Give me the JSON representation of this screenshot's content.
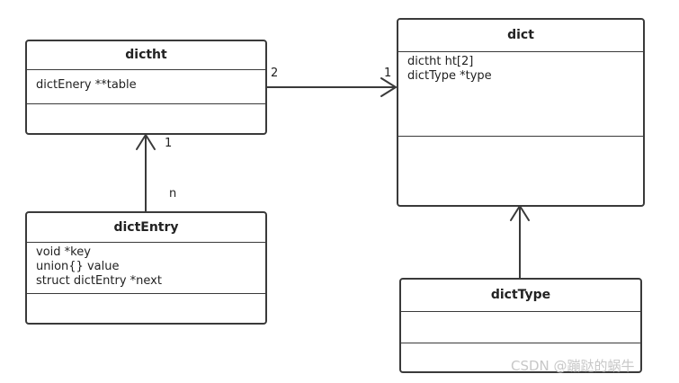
{
  "classes": {
    "dictht": {
      "name": "dictht",
      "attributes": [
        "dictEnery **table"
      ]
    },
    "dict": {
      "name": "dict",
      "attributes": [
        "dictht ht[2]",
        "dictType *type"
      ]
    },
    "dictEntry": {
      "name": "dictEntry",
      "attributes": [
        "void *key",
        "union{} value",
        "struct dictEntry *next"
      ]
    },
    "dictType": {
      "name": "dictType",
      "attributes": []
    }
  },
  "multiplicities": {
    "dictht_dict_source": "2",
    "dictht_dict_target": "1",
    "entry_dictht_target": "1",
    "entry_dictht_source": "n"
  },
  "watermark": "CSDN @蹦跶的蜗牛"
}
